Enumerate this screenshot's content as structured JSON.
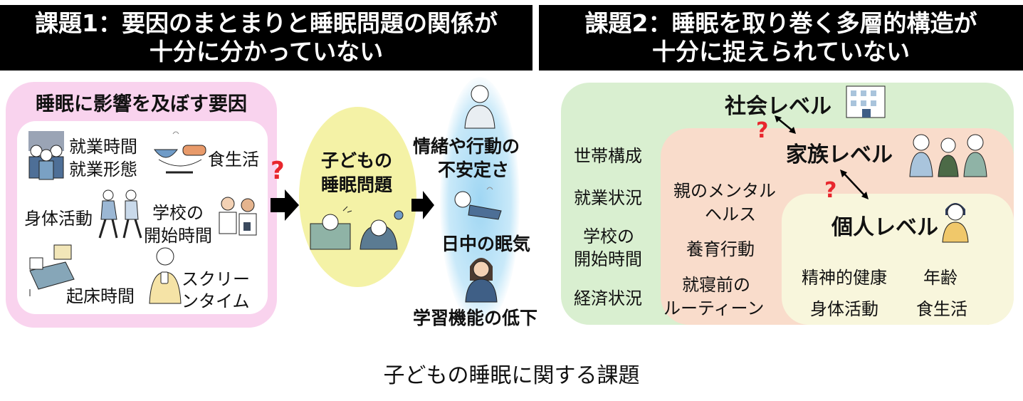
{
  "left_header": {
    "line1": "課題1：要因のまとまりと睡眠問題の関係が",
    "line2": "十分に分かっていない"
  },
  "right_header": {
    "line1": "課題2：睡眠を取り巻く多層的構造が",
    "line2": "十分に捉えられていない"
  },
  "factors": {
    "title": "睡眠に影響を及ぼす要因",
    "work": [
      "就業時間",
      "就業形態"
    ],
    "diet": "食生活",
    "activity": "身体活動",
    "school": [
      "学校の",
      "開始時間"
    ],
    "wake": "起床時間",
    "screen": [
      "スクリー",
      "ンタイム"
    ]
  },
  "question_mark": "?",
  "child_sleep": [
    "子どもの",
    "睡眠問題"
  ],
  "outcomes": {
    "emotion": [
      "情緒や行動の",
      "不安定さ"
    ],
    "daytime": "日中の眠気",
    "learning": "学習機能の低下"
  },
  "levels": {
    "society": {
      "title": "社会レベル",
      "items": [
        "世帯構成",
        "就業状況",
        "学校の",
        "開始時間",
        "経済状況"
      ]
    },
    "family": {
      "title": "家族レベル",
      "items": [
        "親のメンタル",
        "ヘルス",
        "養育行動",
        "就寝前の",
        "ルーティーン"
      ]
    },
    "individual": {
      "title": "個人レベル",
      "items": [
        "精神的健康",
        "年齢",
        "身体活動",
        "食生活"
      ]
    }
  },
  "caption": "子どもの睡眠に関する課題",
  "colors": {
    "pink_panel": "#f9d3ee",
    "yellow_oval": "#f4f2a6",
    "blue_glow": "#bfe4f7",
    "society_bg": "#d9efd0",
    "family_bg": "#f9dccb",
    "individual_bg": "#f8f6dc",
    "question": "#e8262d"
  }
}
